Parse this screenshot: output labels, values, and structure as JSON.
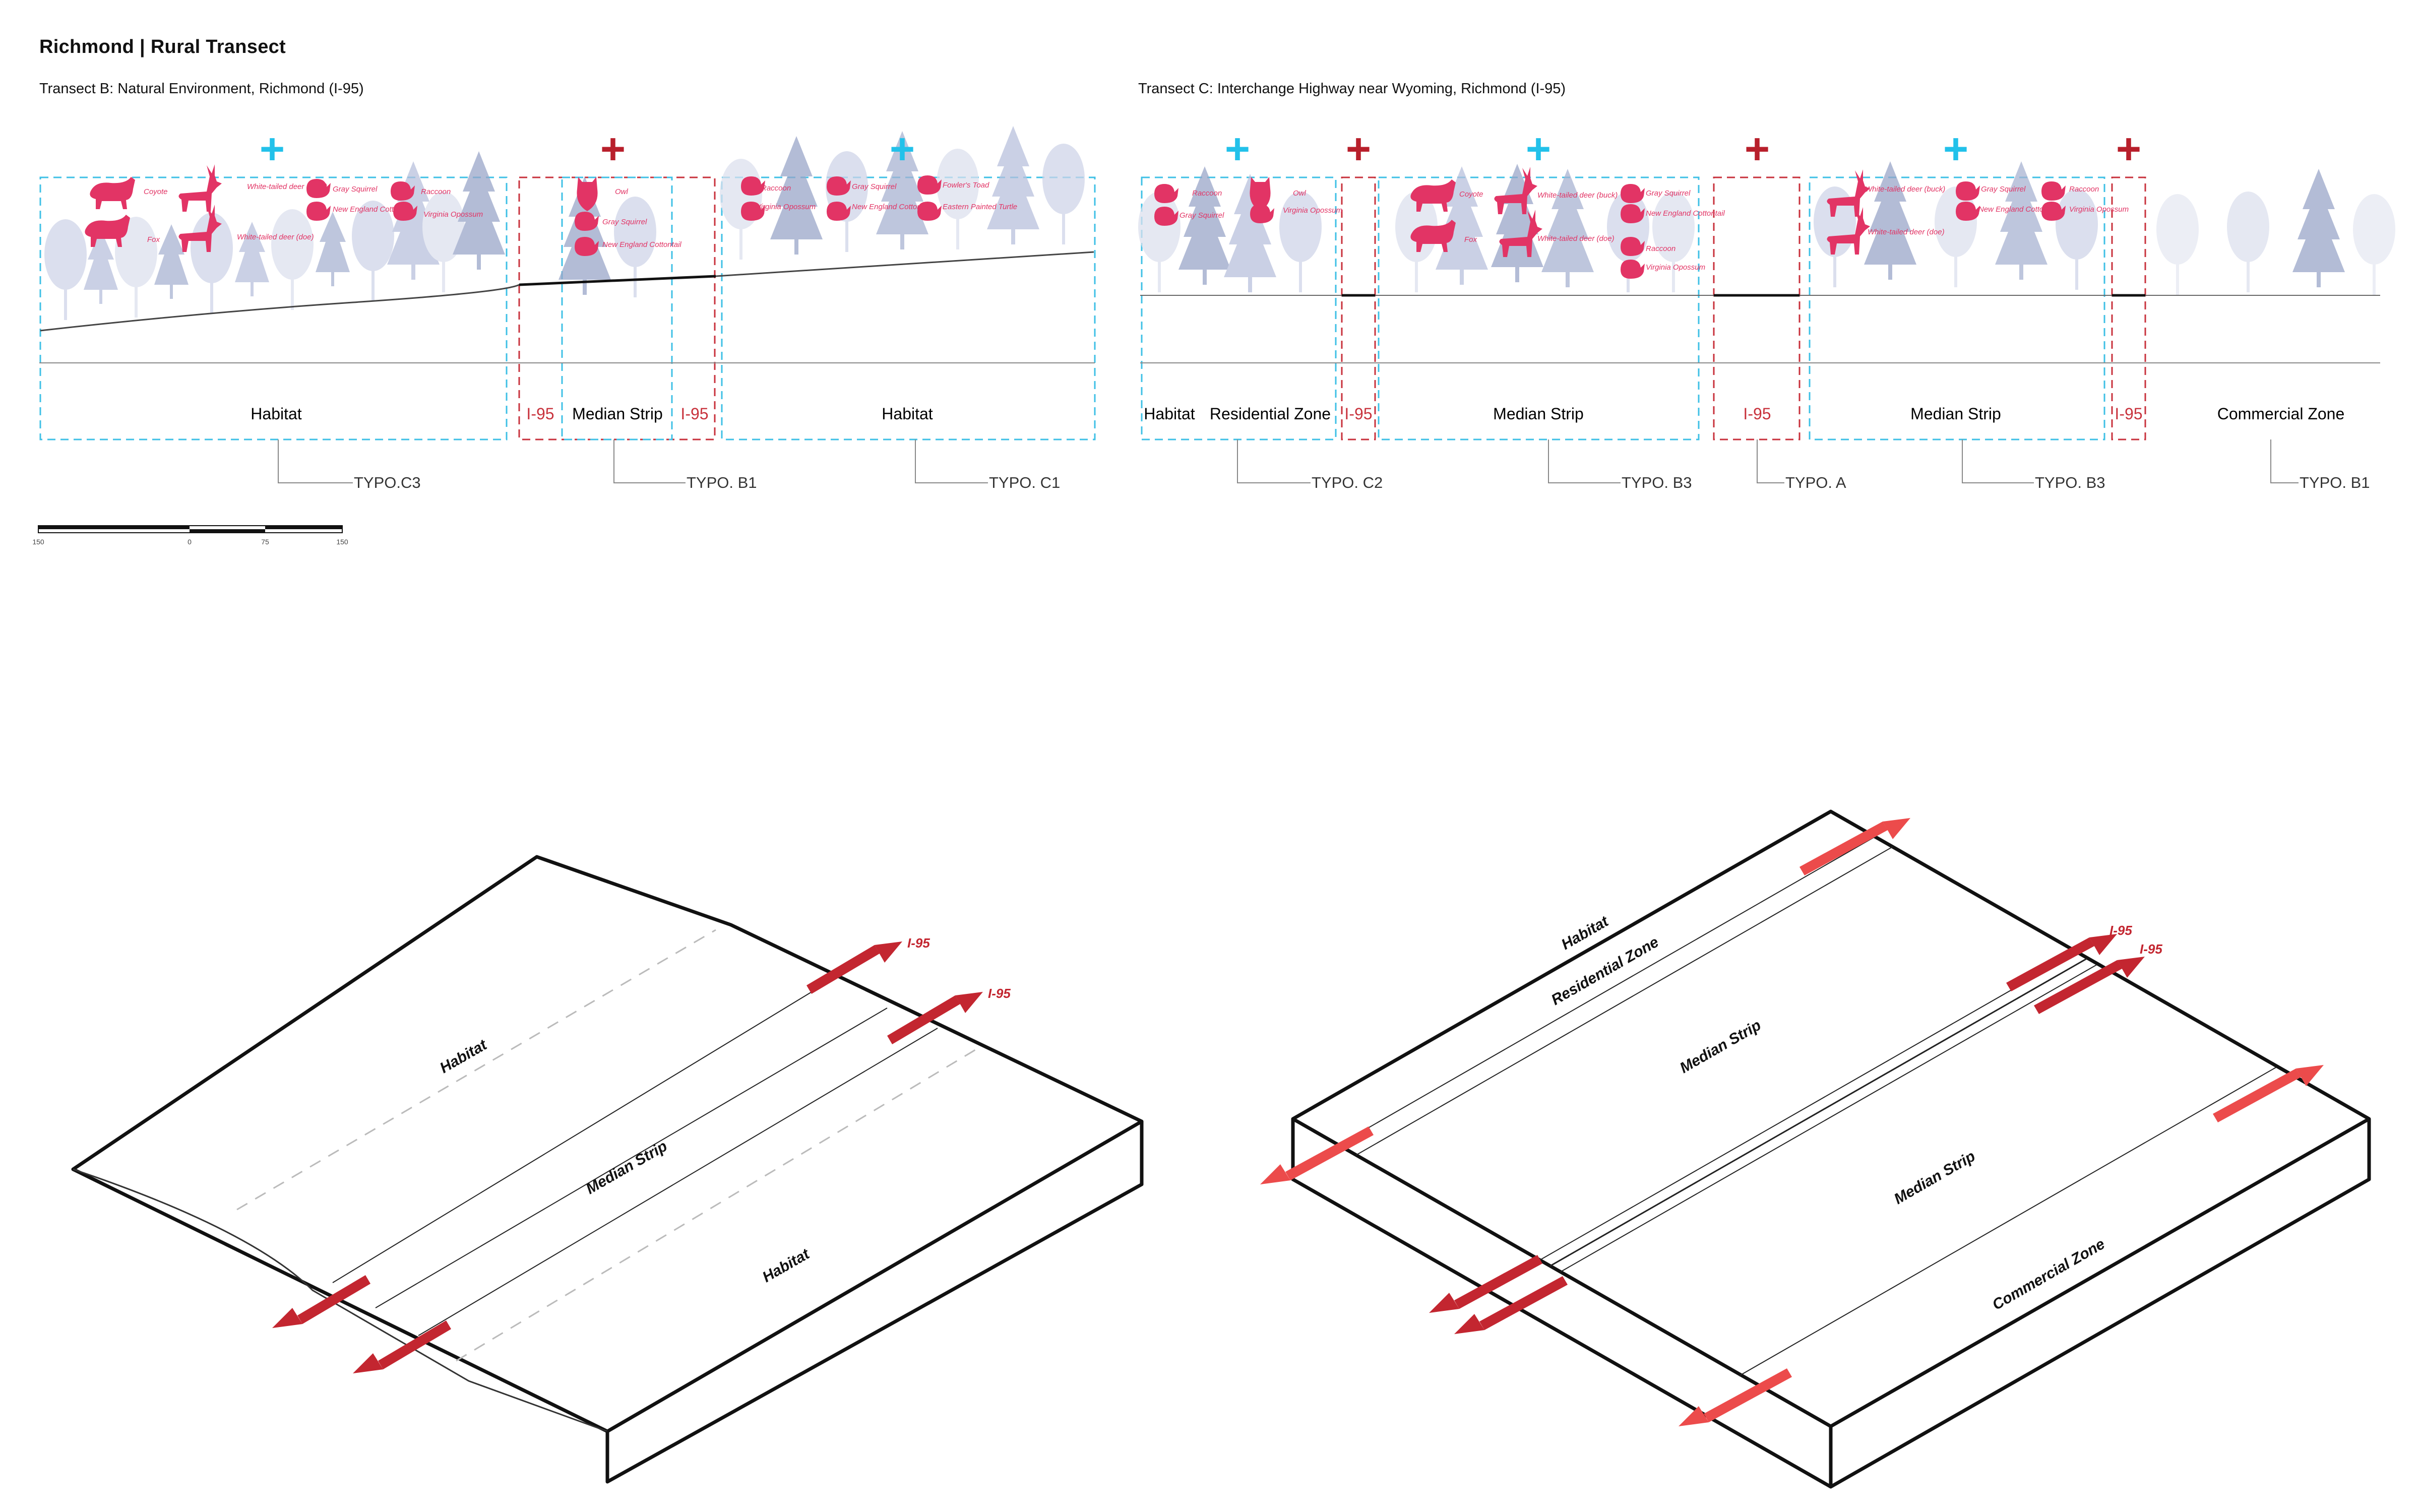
{
  "header": {
    "title": "Richmond | Rural Transect",
    "transect_b_title": "Transect B: Natural Environment, Richmond (I-95)",
    "transect_c_title": "Transect C: Interchange Highway near Wyoming, Richmond (I-95)"
  },
  "colors": {
    "habitat_frame": "#3fc0e6",
    "highway_frame": "#c8323c",
    "plus_habitat": "#22c1ea",
    "plus_highway": "#b81f2b",
    "species": "#e23465",
    "tree": "#9aa6c8",
    "road_marker": "#c32630",
    "road_marker_light": "#ec4b4b",
    "ink": "#111111"
  },
  "transect_b": {
    "zones": [
      {
        "label": "Habitat",
        "type": "habitat",
        "species": [
          {
            "name": "Coyote",
            "icon": "coyote-icon"
          },
          {
            "name": "White-tailed deer (buck)",
            "icon": "deer-buck-icon"
          },
          {
            "name": "Gray Squirrel",
            "icon": "squirrel-icon"
          },
          {
            "name": "Raccoon",
            "icon": "raccoon-icon"
          },
          {
            "name": "Fox",
            "icon": "fox-icon"
          },
          {
            "name": "White-tailed deer (doe)",
            "icon": "deer-doe-icon"
          },
          {
            "name": "New England Cottontail",
            "icon": "rabbit-icon"
          },
          {
            "name": "Virginia Opossum",
            "icon": "opossum-icon"
          }
        ]
      },
      {
        "label": "I-95",
        "type": "highway"
      },
      {
        "label": "Median Strip",
        "type": "habitat",
        "species": [
          {
            "name": "Owl",
            "icon": "owl-icon"
          },
          {
            "name": "Gray Squirrel",
            "icon": "squirrel-icon"
          },
          {
            "name": "New England Cottontail",
            "icon": "rabbit-icon"
          }
        ]
      },
      {
        "label": "I-95",
        "type": "highway"
      },
      {
        "label": "Habitat",
        "type": "habitat",
        "species": [
          {
            "name": "Raccoon",
            "icon": "raccoon-icon"
          },
          {
            "name": "Gray Squirrel",
            "icon": "squirrel-icon"
          },
          {
            "name": "Fowler's Toad",
            "icon": "toad-icon"
          },
          {
            "name": "Virginia Opossum",
            "icon": "opossum-icon"
          },
          {
            "name": "New England Cottontail",
            "icon": "rabbit-icon"
          },
          {
            "name": "Eastern Painted Turtle",
            "icon": "turtle-icon"
          }
        ]
      }
    ],
    "typologies": [
      "TYPO.C3",
      "TYPO. B1",
      "TYPO. C1"
    ]
  },
  "transect_c": {
    "zones": [
      {
        "label": "Habitat",
        "type": "plain"
      },
      {
        "label": "Residential Zone",
        "type": "habitat",
        "species": [
          {
            "name": "Raccoon",
            "icon": "raccoon-icon"
          },
          {
            "name": "Owl",
            "icon": "owl-icon"
          },
          {
            "name": "Gray Squirrel",
            "icon": "squirrel-icon"
          },
          {
            "name": "Virginia Opossum",
            "icon": "opossum-icon"
          }
        ]
      },
      {
        "label": "I-95",
        "type": "highway"
      },
      {
        "label": "Median Strip",
        "type": "habitat",
        "species": [
          {
            "name": "Coyote",
            "icon": "coyote-icon"
          },
          {
            "name": "White-tailed deer (buck)",
            "icon": "deer-buck-icon"
          },
          {
            "name": "Gray Squirrel",
            "icon": "squirrel-icon"
          },
          {
            "name": "Fox",
            "icon": "fox-icon"
          },
          {
            "name": "White-tailed deer (doe)",
            "icon": "deer-doe-icon"
          },
          {
            "name": "New England Cottontail",
            "icon": "rabbit-icon"
          },
          {
            "name": "Raccoon",
            "icon": "raccoon-icon"
          },
          {
            "name": "Virginia Opossum",
            "icon": "opossum-icon"
          }
        ]
      },
      {
        "label": "I-95",
        "type": "highway"
      },
      {
        "label": "Median Strip",
        "type": "habitat",
        "species": [
          {
            "name": "White-tailed deer (buck)",
            "icon": "deer-buck-icon"
          },
          {
            "name": "Gray Squirrel",
            "icon": "squirrel-icon"
          },
          {
            "name": "Raccoon",
            "icon": "raccoon-icon"
          },
          {
            "name": "New England Cottontail",
            "icon": "rabbit-icon"
          },
          {
            "name": "White-tailed deer (doe)",
            "icon": "deer-doe-icon"
          },
          {
            "name": "Virginia Opossum",
            "icon": "opossum-icon"
          }
        ]
      },
      {
        "label": "I-95",
        "type": "highway"
      },
      {
        "label": "Commercial Zone",
        "type": "plain"
      }
    ],
    "typologies": [
      "TYPO. C2",
      "TYPO. B3",
      "TYPO. A",
      "TYPO. B3",
      "TYPO. B1"
    ]
  },
  "scale_bar": {
    "ticks": [
      "150",
      "0",
      "75",
      "150"
    ]
  },
  "axon_b": {
    "labels": [
      "Habitat",
      "Median Strip",
      "Habitat"
    ],
    "road_labels": [
      "I-95",
      "I-95"
    ]
  },
  "axon_c": {
    "labels": [
      "Habitat",
      "Residential Zone",
      "Median Strip",
      "Median Strip",
      "Commercial Zone"
    ],
    "road_labels": [
      "I-95",
      "I-95"
    ]
  }
}
